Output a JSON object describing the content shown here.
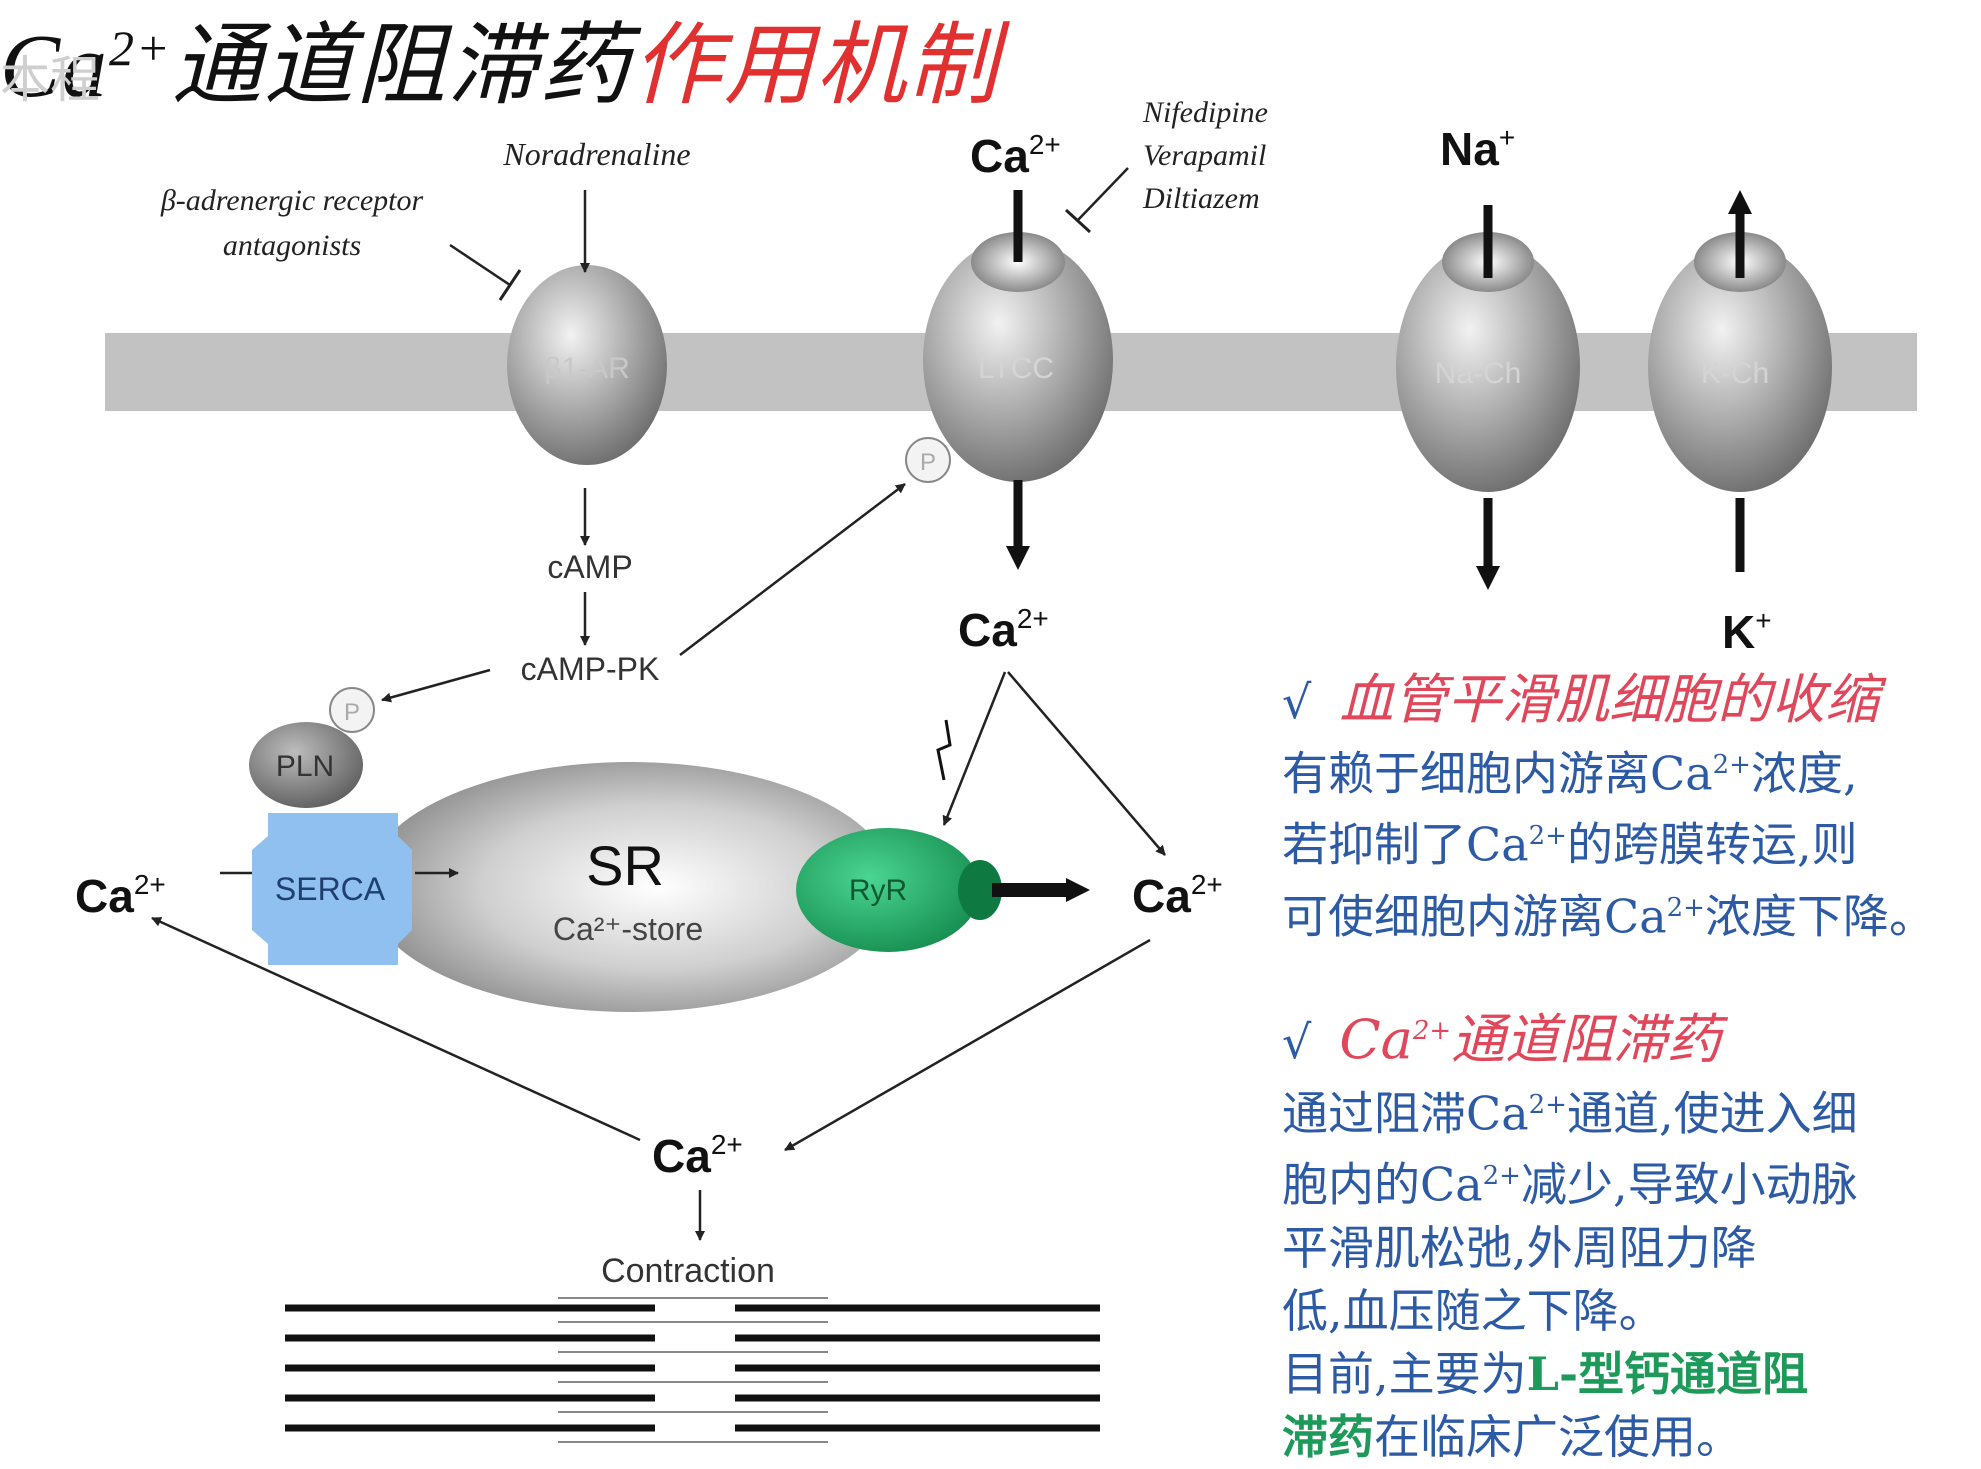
{
  "title": {
    "part1": "Ca",
    "sup": "2+",
    "part2": "通道阻滞药",
    "part3": "作用机制"
  },
  "watermark": "本程",
  "labels": {
    "noradrenaline": "Noradrenaline",
    "beta_antagonists_line1": "β-adrenergic receptor",
    "beta_antagonists_line2": "antagonists",
    "drugs": [
      "Nifedipine",
      "Verapamil",
      "Diltiazem"
    ],
    "beta1_ar": "β1-AR",
    "ltcc": "LTCC",
    "na_ch": "Na-Ch",
    "k_ch": "K-Ch",
    "camp": "cAMP",
    "camp_pk": "cAMP-PK",
    "phospho": "P",
    "pln": "PLN",
    "serca": "SERCA",
    "sr": "SR",
    "sr_store": "Ca²⁺-store",
    "ryr": "RyR",
    "contraction": "Contraction",
    "ca_ion": "Ca",
    "ca_charge": "2+",
    "na_ion": "Na",
    "na_charge": "+",
    "k_ion": "K",
    "k_charge": "+"
  },
  "text_panel": {
    "check": "√",
    "head1": "血管平滑肌细胞的收缩",
    "para1": [
      [
        "有赖于细胞内游离Ca",
        "2+",
        "浓度,"
      ],
      [
        "若抑制了Ca",
        "2+",
        "的跨膜转运,则"
      ],
      [
        "可使细胞内游离Ca",
        "2+",
        "浓度下降。"
      ]
    ],
    "head2_pre": "Ca",
    "head2_sup": "2+",
    "head2_post": "通道阻滞药",
    "para2": [
      [
        "通过阻滞Ca",
        "2+",
        "通道,使进入细"
      ],
      [
        "胞内的Ca",
        "2+",
        "减少,导致小动脉"
      ],
      [
        "平滑肌松弛,外周阻力降",
        "",
        ""
      ],
      [
        "低,血压随之下降。",
        "",
        ""
      ]
    ],
    "para3_line1_pre": "目前,主要为",
    "para3_line1_green": "L-型钙通道阻",
    "para3_line2_green": "滞药",
    "para3_line2_post": "在临床广泛使用。"
  },
  "colors": {
    "membrane": "#c2c2c2",
    "serca": "#8fc0ef",
    "ryr": "#1fa862",
    "text_blue": "#2c5aa5",
    "head_red": "#e0475a",
    "title_red": "#e03030"
  }
}
